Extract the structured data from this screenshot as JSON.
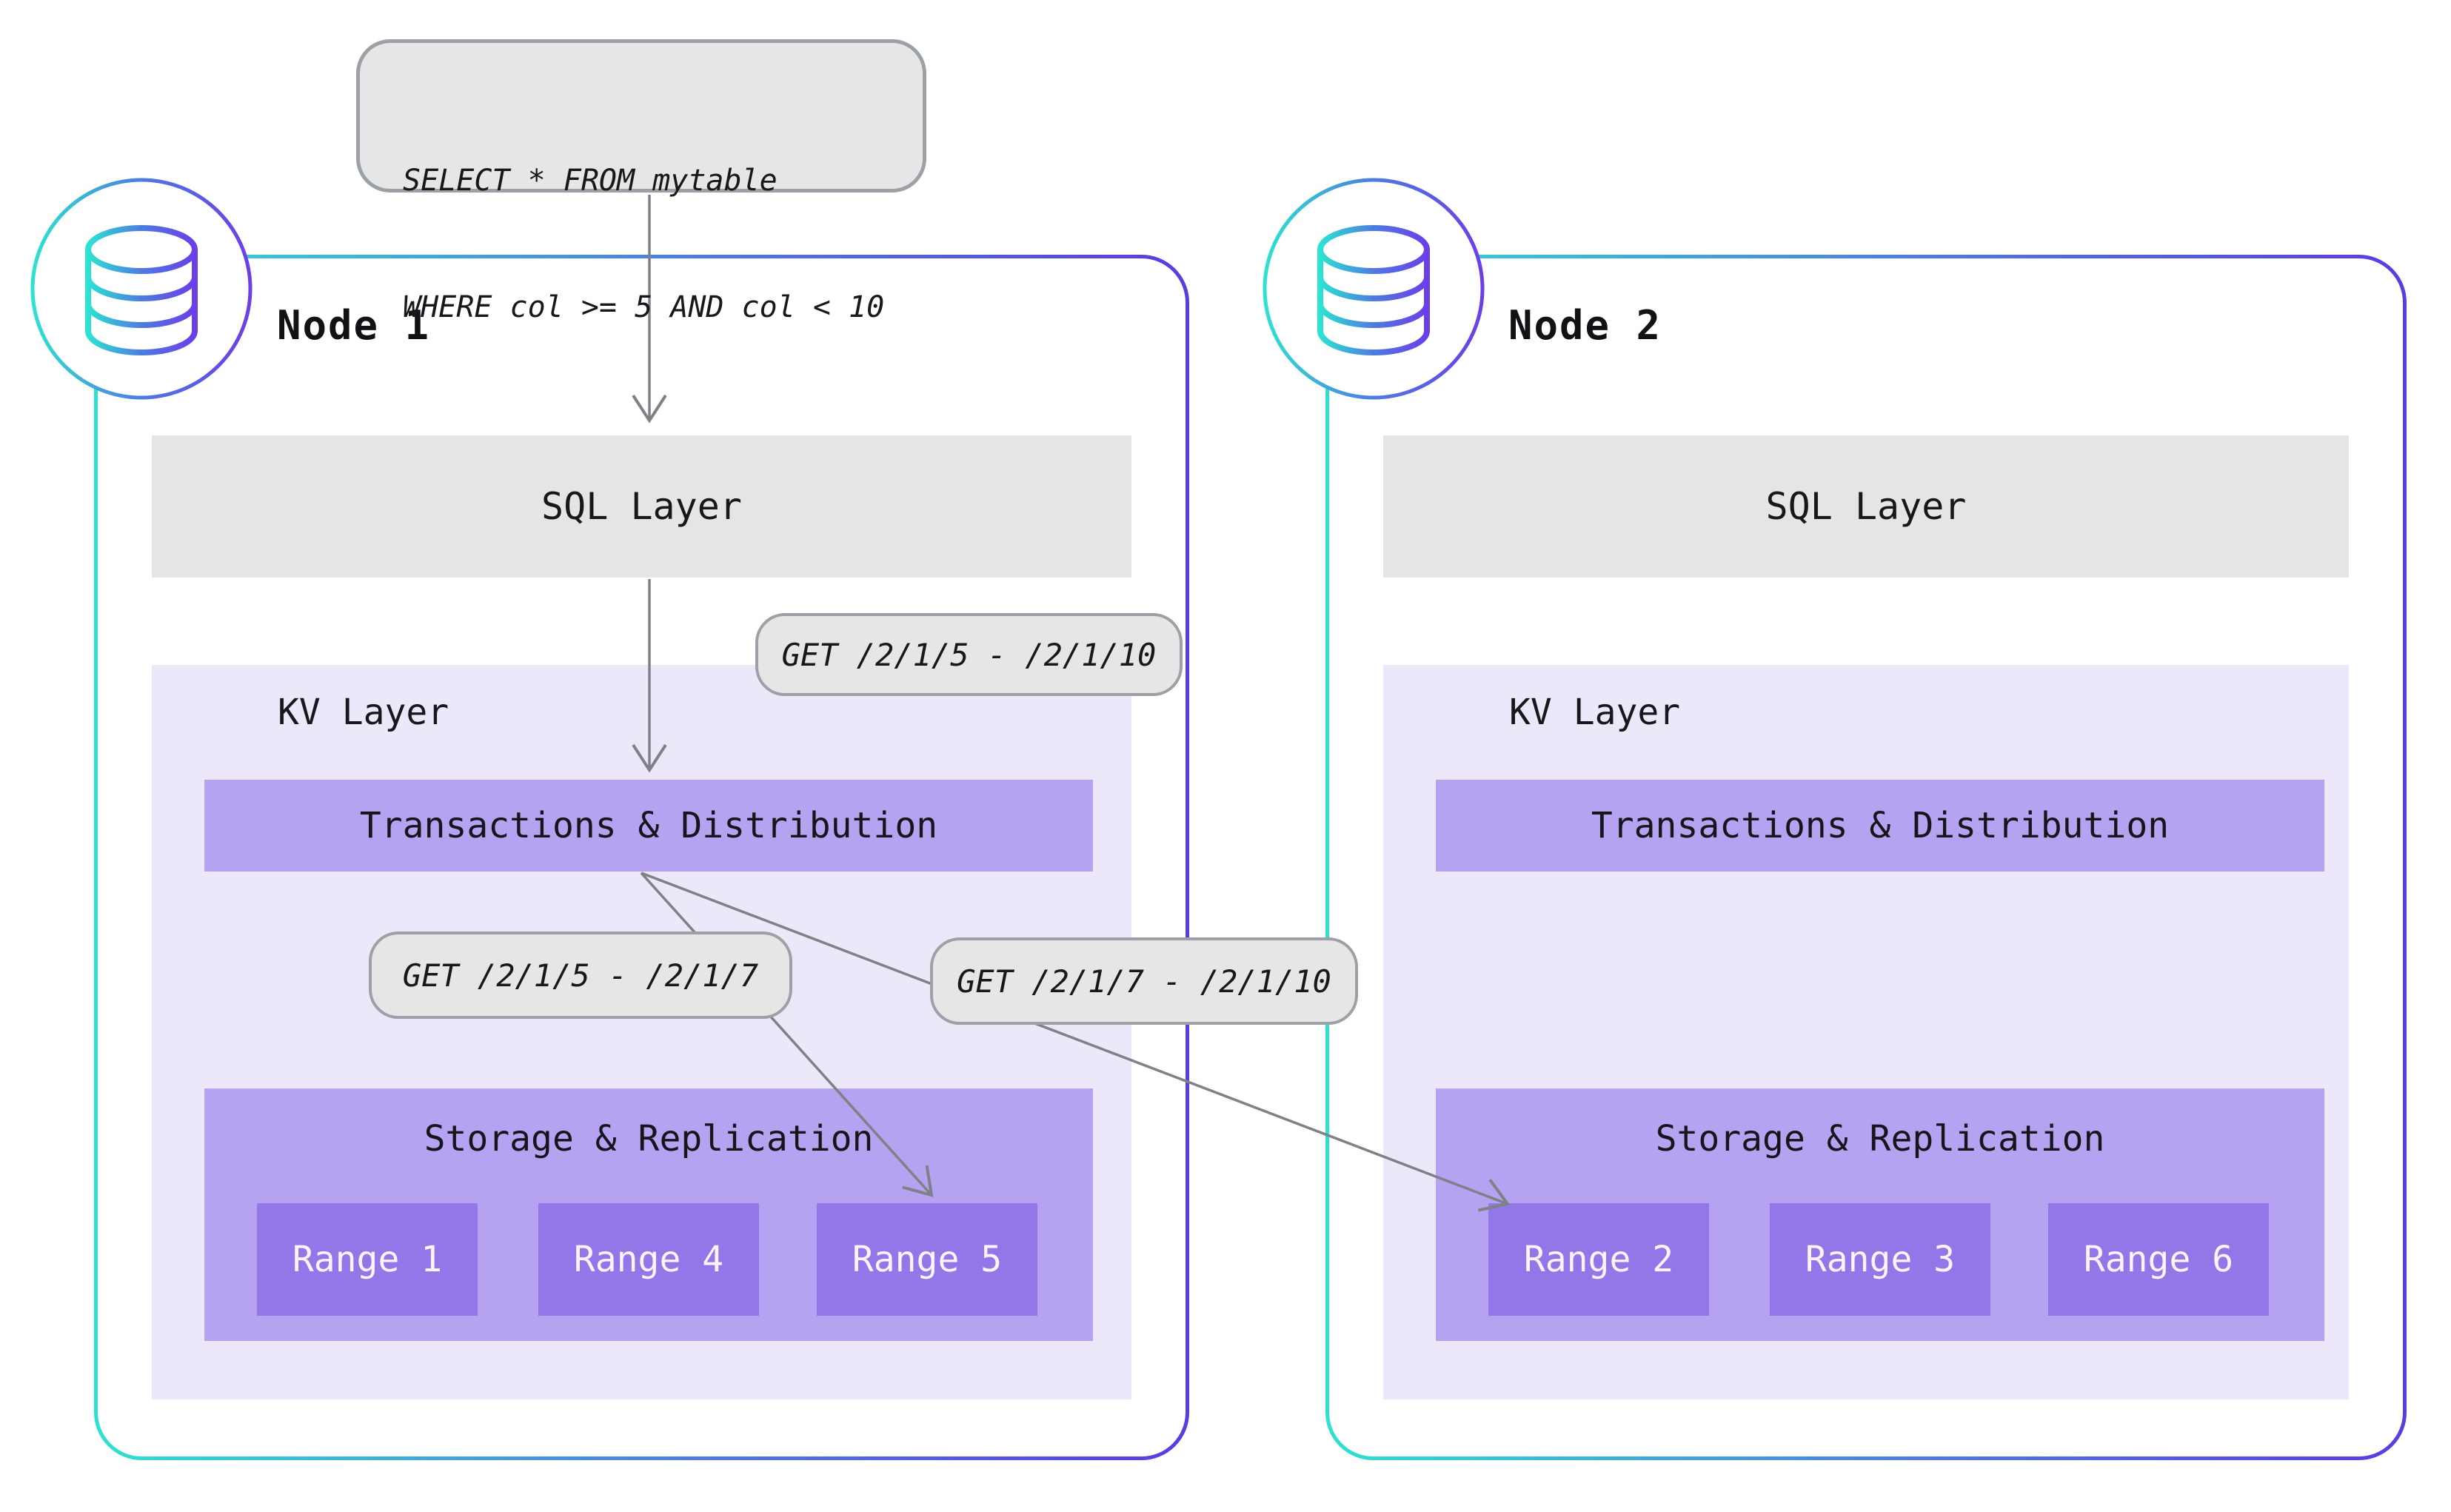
{
  "query_box": {
    "line1": "SELECT * FROM mytable",
    "line2": "WHERE col >= 5 AND col < 10"
  },
  "request_labels": {
    "full_range": "GET /2/1/5 - /2/1/10",
    "left_split": "GET /2/1/5 - /2/1/7",
    "right_split": "GET /2/1/7 - /2/1/10"
  },
  "nodes": [
    {
      "title": "Node 1",
      "sql_layer_label": "SQL Layer",
      "kv_layer_label": "KV Layer",
      "transactions_label": "Transactions & Distribution",
      "storage_label": "Storage & Replication",
      "ranges": [
        "Range 1",
        "Range 4",
        "Range 5"
      ]
    },
    {
      "title": "Node 2",
      "sql_layer_label": "SQL Layer",
      "kv_layer_label": "KV Layer",
      "transactions_label": "Transactions & Distribution",
      "storage_label": "Storage & Replication",
      "ranges": [
        "Range 2",
        "Range 3",
        "Range 6"
      ]
    }
  ],
  "colors": {
    "node_border_gradient_start": "#2de1d1",
    "node_border_gradient_mid": "#4f7be0",
    "node_border_gradient_end": "#5b3ce0",
    "bubble_fill": "#e5e6e5",
    "bubble_border": "#9ba1a6",
    "sql_bar_fill": "#e4e6e5",
    "kv_layer_fill": "#ece8f9",
    "purple_mid": "#b5a2f0",
    "purple_range": "#9377e9",
    "range_text": "#f8f5fe",
    "arrow": "#7e8287",
    "text": "#17181b"
  }
}
